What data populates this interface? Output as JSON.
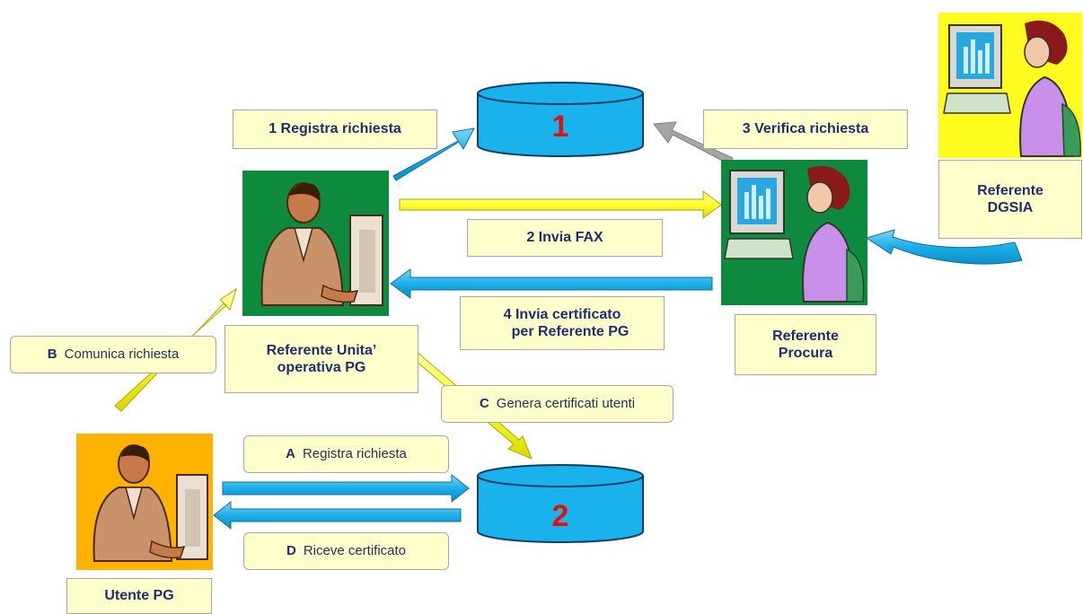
{
  "databases": [
    {
      "label": "1"
    },
    {
      "label": "2"
    }
  ],
  "steps": {
    "step1": "1 Registra richiesta",
    "step2": "2  Invia FAX",
    "step3": "3  Verifica richiesta",
    "step4_line1": "4  Invia certificato",
    "step4_line2": "per Referente PG",
    "stepA_letter": "A",
    "stepA_text": "Registra richiesta",
    "stepB_letter": "B",
    "stepB_text": "Comunica richiesta",
    "stepC_letter": "C",
    "stepC_text": "Genera certificati utenti",
    "stepD_letter": "D",
    "stepD_text": "Riceve certificato"
  },
  "actors": {
    "referente_pg_line1": "Referente  Unita’",
    "referente_pg_line2": "operativa PG",
    "referente_procura_line1": "Referente",
    "referente_procura_line2": "Procura",
    "referente_dgsia_line1": "Referente",
    "referente_dgsia_line2": "DGSIA",
    "utente_pg": "Utente PG"
  },
  "colors": {
    "db_fill": "#1ab2ec",
    "db_label": "#e01010",
    "arrow_blue": "#1aaee8",
    "arrow_yellow": "#ffff33",
    "arrow_gray": "#a6a6a6",
    "label_fill": "#ffffcc",
    "label_text": "#1f2d6e",
    "bg_green": "#0e8a3e",
    "bg_yellow": "#fffb1f",
    "bg_orange": "#ffb300"
  }
}
